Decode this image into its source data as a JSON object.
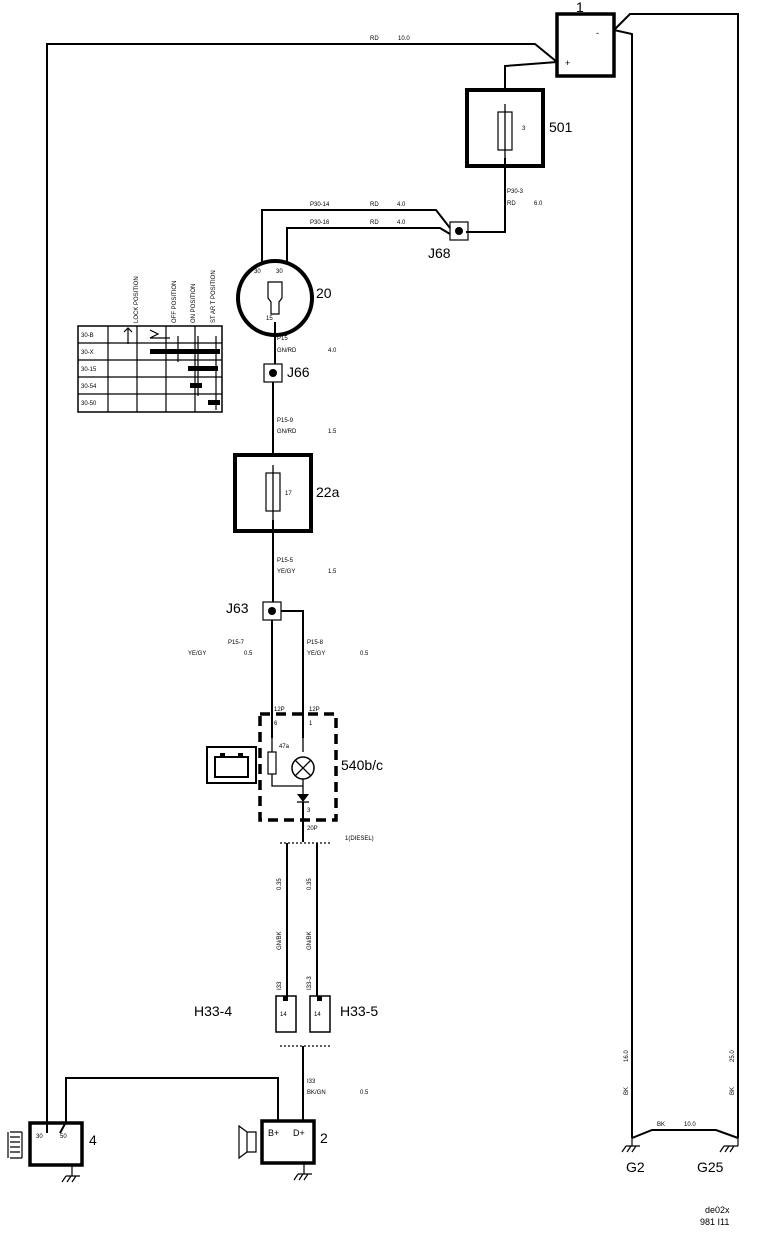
{
  "labels": {
    "battery": "1",
    "battery_plus": "+",
    "battery_minus": "-",
    "top_rd": "RD",
    "top_size": "10.0",
    "fuse501": "501",
    "fuse501_num": "3",
    "p30_3": "P30-3",
    "p30_3_rd": "RD",
    "p30_3_size": "6.0",
    "p30_14": "P30-14",
    "p30_14_rd": "RD",
    "p30_14_size": "4.0",
    "p30_16": "P30-16",
    "p30_16_rd": "RD",
    "p30_16_size": "4.0",
    "j68": "J68",
    "ign20": "20",
    "ign_30": "30",
    "ign_30b": "30",
    "ign_15": "15",
    "p15": "P15",
    "p15_color": "GN/RD",
    "p15_size": "4.0",
    "j66": "J66",
    "p15_9": "P15-9",
    "p15_9_color": "GN/RD",
    "p15_9_size": "1.5",
    "fuse22a": "22a",
    "fuse22a_num": "17",
    "p15_5": "P15-5",
    "p15_5_color": "YE/GY",
    "p15_5_size": "1.5",
    "j63": "J63",
    "p15_7": "P15-7",
    "p15_7_color": "YE/GY",
    "p15_7_size": "0.5",
    "p15_8": "P15-8",
    "p15_8_color": "YE/GY",
    "p15_8_size": "0.5",
    "c12p_a": "12P",
    "c12p_b": "12P",
    "pin6": "6",
    "pin1": "1",
    "r47": "47a",
    "pin3": "3",
    "c20p": "20P",
    "diesel": "1(DIESEL)",
    "module540": "540b/c",
    "wire_a_size": "0.35",
    "wire_a_color": "GN/BK",
    "wire_b_size": "0.35",
    "wire_b_color": "GN/BK",
    "i33": "I33",
    "i33_3": "I33-3",
    "h33_4": "H33-4",
    "h33_5": "H33-5",
    "pin14a": "14",
    "pin14b": "14",
    "i33b": "I33",
    "i33b_color": "BK/GN",
    "i33b_size": "0.5",
    "starter": "4",
    "starter_30": "30",
    "starter_50": "50",
    "alt": "2",
    "alt_bplus": "B+",
    "alt_dplus": "D+",
    "g2_wire_size": "16.0",
    "g2_wire_color": "BK",
    "g25_wire_size": "25.0",
    "g25_wire_color": "BK",
    "g_bridge_color": "BK",
    "g_bridge_size": "10.0",
    "g2": "G2",
    "g25": "G25",
    "code1": "de02x",
    "code2": "981     I11"
  },
  "switch_table": {
    "headers": [
      "LOCK POSITION",
      "OFF POSITION",
      "ON POSITION",
      "ST  AR  T  POSITION"
    ],
    "rows": [
      "30-B",
      "30-X",
      "30-15",
      "30-54",
      "30-50"
    ]
  }
}
